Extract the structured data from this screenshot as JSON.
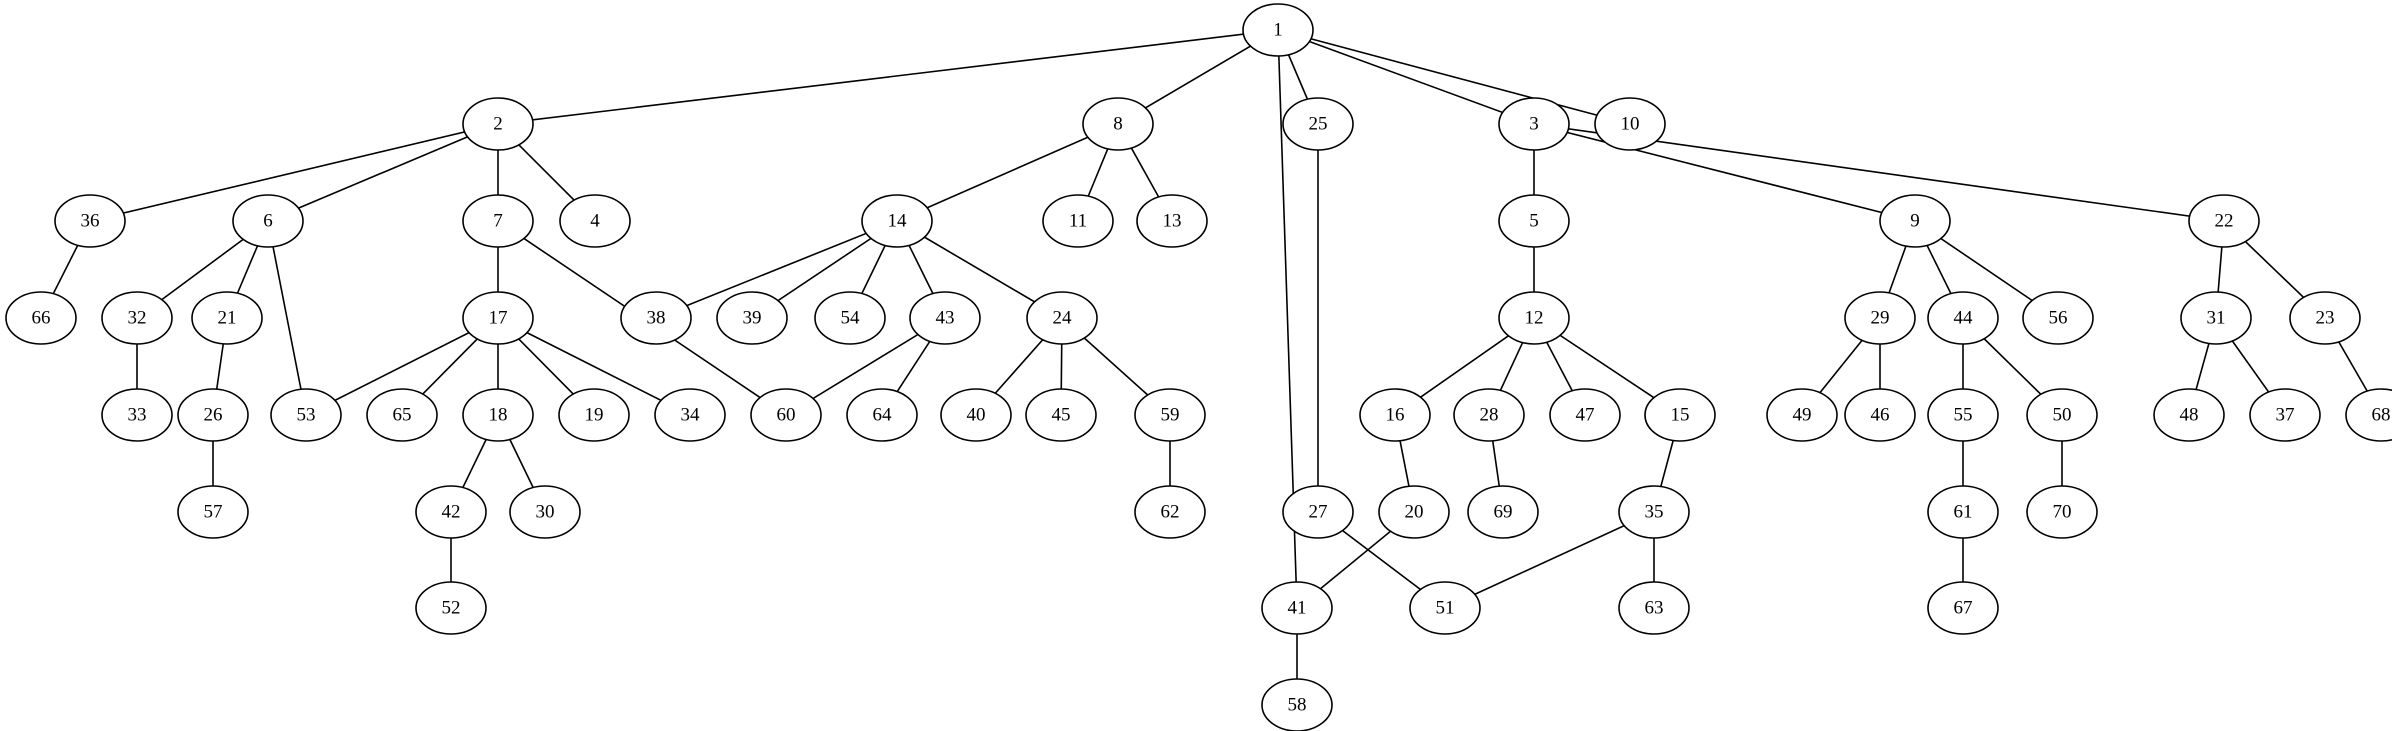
{
  "graph": {
    "nodes": [
      "1",
      "2",
      "3",
      "4",
      "5",
      "6",
      "7",
      "8",
      "9",
      "10",
      "11",
      "12",
      "13",
      "14",
      "15",
      "16",
      "17",
      "18",
      "19",
      "20",
      "21",
      "22",
      "23",
      "24",
      "25",
      "26",
      "27",
      "28",
      "29",
      "30",
      "31",
      "32",
      "33",
      "34",
      "35",
      "36",
      "37",
      "38",
      "39",
      "40",
      "41",
      "42",
      "43",
      "44",
      "45",
      "46",
      "47",
      "48",
      "49",
      "50",
      "51",
      "52",
      "53",
      "54",
      "55",
      "56",
      "57",
      "58",
      "59",
      "60",
      "61",
      "62",
      "63",
      "64",
      "65",
      "66",
      "67",
      "68",
      "69",
      "70"
    ],
    "edges": [
      [
        "1",
        "2"
      ],
      [
        "1",
        "8"
      ],
      [
        "1",
        "41"
      ],
      [
        "1",
        "25"
      ],
      [
        "1",
        "3"
      ],
      [
        "1",
        "10"
      ],
      [
        "2",
        "36"
      ],
      [
        "2",
        "6"
      ],
      [
        "2",
        "7"
      ],
      [
        "2",
        "4"
      ],
      [
        "36",
        "66"
      ],
      [
        "6",
        "32"
      ],
      [
        "6",
        "21"
      ],
      [
        "6",
        "53"
      ],
      [
        "32",
        "33"
      ],
      [
        "21",
        "26"
      ],
      [
        "26",
        "57"
      ],
      [
        "7",
        "17"
      ],
      [
        "7",
        "60"
      ],
      [
        "17",
        "53"
      ],
      [
        "17",
        "65"
      ],
      [
        "17",
        "18"
      ],
      [
        "17",
        "19"
      ],
      [
        "17",
        "34"
      ],
      [
        "18",
        "42"
      ],
      [
        "18",
        "30"
      ],
      [
        "42",
        "52"
      ],
      [
        "8",
        "14"
      ],
      [
        "8",
        "11"
      ],
      [
        "8",
        "13"
      ],
      [
        "14",
        "38"
      ],
      [
        "14",
        "39"
      ],
      [
        "14",
        "54"
      ],
      [
        "14",
        "43"
      ],
      [
        "14",
        "24"
      ],
      [
        "43",
        "60"
      ],
      [
        "43",
        "64"
      ],
      [
        "24",
        "40"
      ],
      [
        "24",
        "45"
      ],
      [
        "24",
        "59"
      ],
      [
        "59",
        "62"
      ],
      [
        "25",
        "27"
      ],
      [
        "27",
        "51"
      ],
      [
        "41",
        "58"
      ],
      [
        "3",
        "5"
      ],
      [
        "3",
        "9"
      ],
      [
        "3",
        "22"
      ],
      [
        "5",
        "12"
      ],
      [
        "12",
        "16"
      ],
      [
        "12",
        "28"
      ],
      [
        "12",
        "47"
      ],
      [
        "12",
        "15"
      ],
      [
        "16",
        "20"
      ],
      [
        "20",
        "41"
      ],
      [
        "28",
        "69"
      ],
      [
        "15",
        "35"
      ],
      [
        "35",
        "51"
      ],
      [
        "35",
        "63"
      ],
      [
        "9",
        "29"
      ],
      [
        "9",
        "44"
      ],
      [
        "9",
        "56"
      ],
      [
        "29",
        "49"
      ],
      [
        "29",
        "46"
      ],
      [
        "44",
        "55"
      ],
      [
        "44",
        "50"
      ],
      [
        "55",
        "61"
      ],
      [
        "61",
        "67"
      ],
      [
        "50",
        "70"
      ],
      [
        "22",
        "31"
      ],
      [
        "22",
        "23"
      ],
      [
        "31",
        "48"
      ],
      [
        "31",
        "37"
      ],
      [
        "23",
        "68"
      ]
    ]
  }
}
